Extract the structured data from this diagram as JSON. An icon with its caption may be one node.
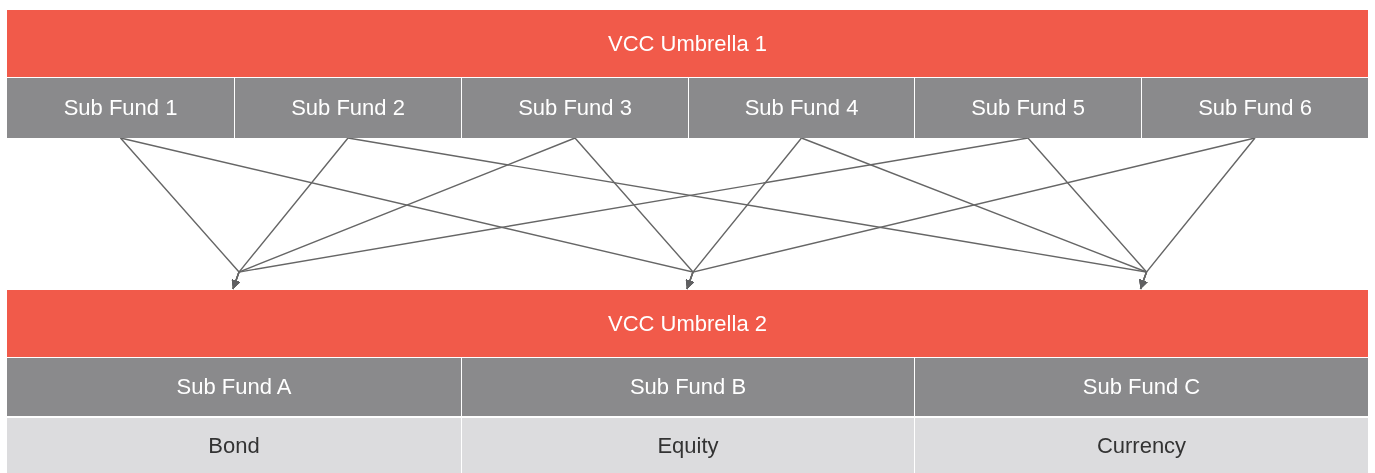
{
  "diagram": {
    "nodes": [
      {
        "text": [
          "VCC Umbrella 1"
        ]
      },
      {
        "text": [
          "Sub Fund 1"
        ],
        "in": 0
      },
      {
        "text": [
          "Sub Fund 2"
        ],
        "in": 0
      },
      {
        "text": [
          "Sub Fund 3"
        ],
        "in": 0
      },
      {
        "text": [
          "Sub Fund 4"
        ],
        "in": 0
      },
      {
        "text": [
          "Sub Fund 5"
        ],
        "in": 0
      },
      {
        "text": [
          "Sub Fund 6"
        ],
        "in": 0
      },
      {
        "text": [
          "VCC Umbrella 2"
        ]
      },
      {
        "text": [
          "Sub Fund A"
        ],
        "in": 7
      },
      {
        "text": [
          "Sub Fund B"
        ],
        "in": 7
      },
      {
        "text": [
          "Sub Fund C"
        ],
        "in": 7
      },
      {
        "text": [
          "Bond"
        ],
        "in": 7
      },
      {
        "text": [
          "Equity"
        ],
        "in": 7
      },
      {
        "text": [
          "Currency"
        ],
        "in": 7
      }
    ],
    "edges": [
      {
        "from": 1,
        "to": 8,
        "arrow": "to"
      },
      {
        "from": 1,
        "to": 9,
        "arrow": "to"
      },
      {
        "from": 2,
        "to": 8,
        "arrow": "to"
      },
      {
        "from": 2,
        "to": 10,
        "arrow": "to"
      },
      {
        "from": 3,
        "to": 8,
        "arrow": "to"
      },
      {
        "from": 3,
        "to": 9,
        "arrow": "to"
      },
      {
        "from": 4,
        "to": 9,
        "arrow": "to"
      },
      {
        "from": 4,
        "to": 10,
        "arrow": "to"
      },
      {
        "from": 5,
        "to": 8,
        "arrow": "to"
      },
      {
        "from": 5,
        "to": 10,
        "arrow": "to"
      },
      {
        "from": 6,
        "to": 9,
        "arrow": "to"
      },
      {
        "from": 6,
        "to": 10,
        "arrow": "to"
      }
    ]
  }
}
